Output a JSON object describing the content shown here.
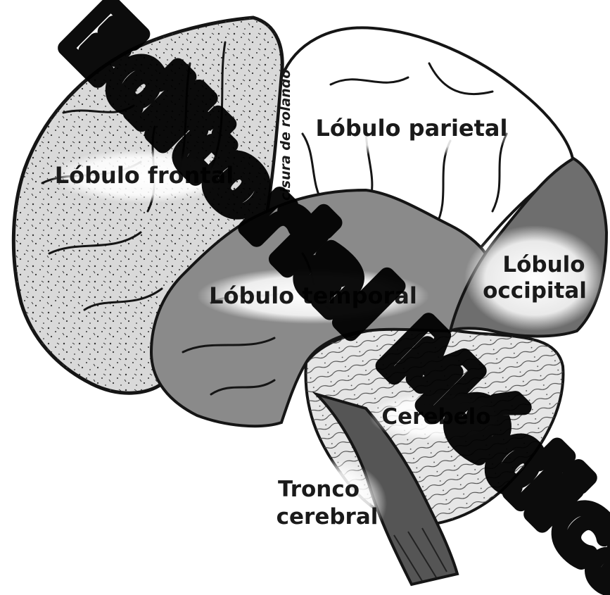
{
  "diagram": {
    "labels": {
      "frontal": "Lóbulo frontal",
      "parietal": "Lóbulo parietal",
      "temporal": "Lóbulo temporal",
      "occipital_line1": "Lóbulo",
      "occipital_line2": "occipital",
      "cerebellum": "Cerebelo",
      "brainstem_line1": "Tronco",
      "brainstem_line2": "cerebral",
      "fissure": "cisura de rolando"
    },
    "watermark": "Editorial Médica",
    "colors": {
      "outline": "#151515",
      "frontal_fill": "#d9d9d9",
      "parietal_fill": "#ffffff",
      "temporal_fill": "#8a8a8a",
      "occipital_fill": "#6e6e6e",
      "cerebellum_fill": "#e6e6e6",
      "brainstem_fill": "#555555",
      "watermark": "#000000"
    }
  }
}
